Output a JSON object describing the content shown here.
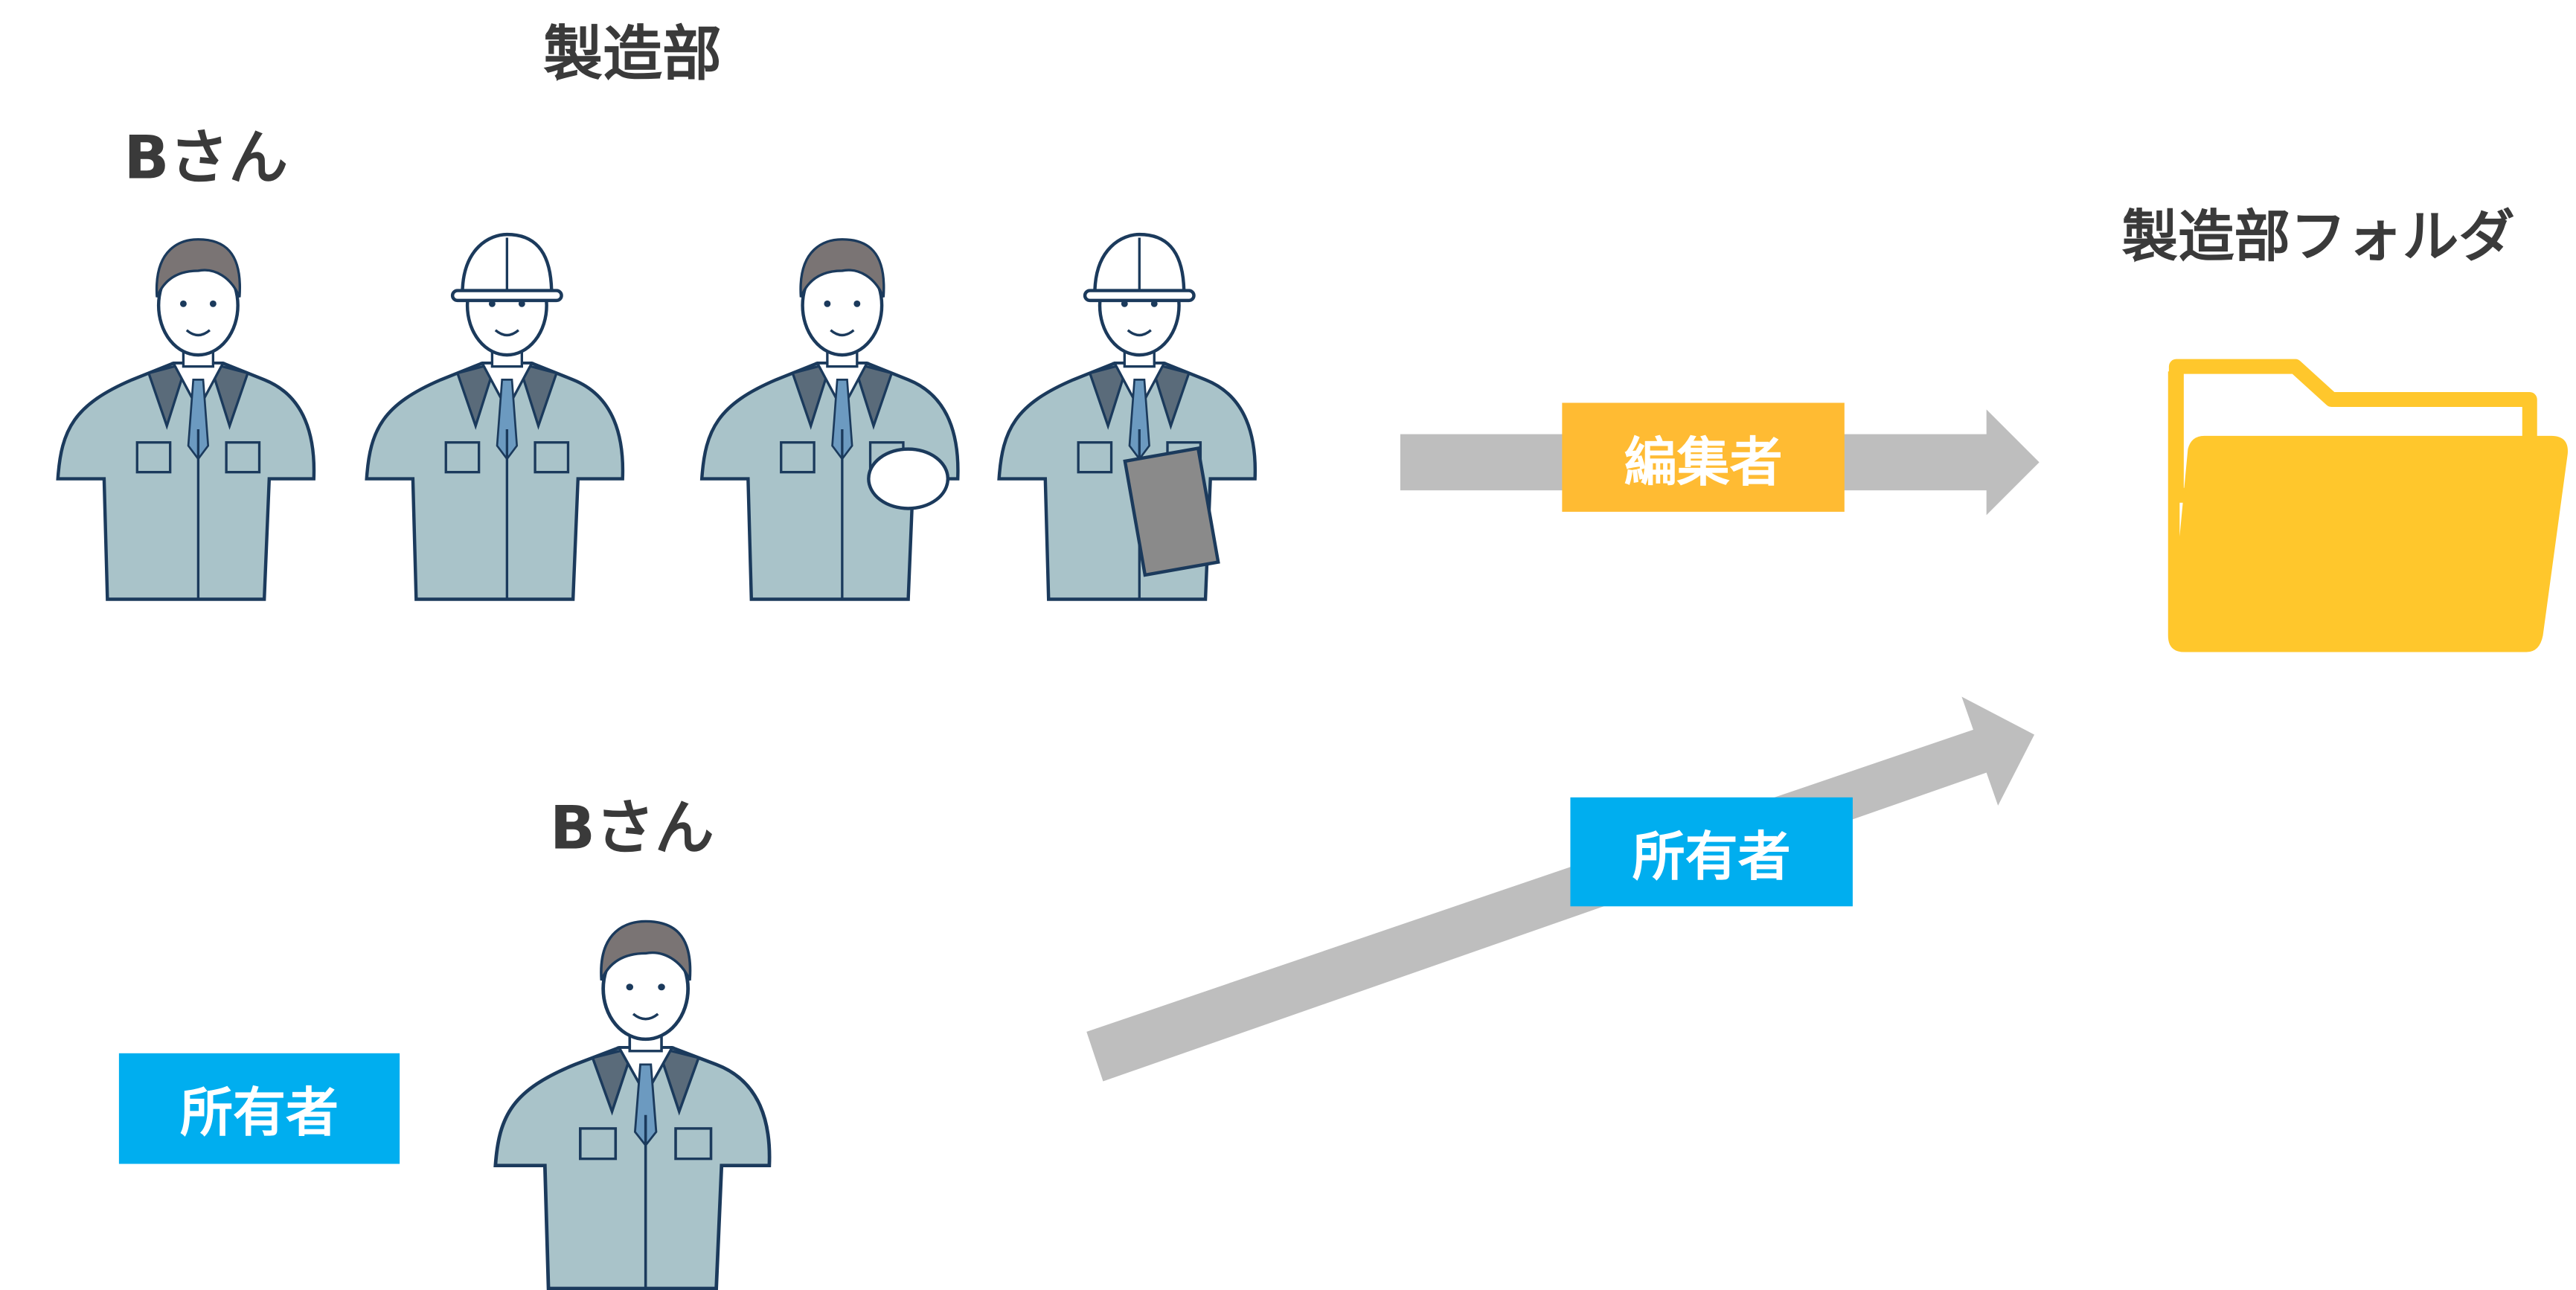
{
  "group": {
    "title": "製造部",
    "member_label": "Bさん"
  },
  "folder": {
    "title": "製造部フォルダ",
    "icon": "folder-icon"
  },
  "edit_relation": {
    "label": "編集者",
    "color": "#FFBB33"
  },
  "owner_relation": {
    "label": "所有者",
    "color": "#00AEEF"
  },
  "owner": {
    "name": "Bさん",
    "role_label": "所有者"
  },
  "colors": {
    "arrow": "#BEBEBE",
    "folder": "#FFC72C",
    "text": "#3A3A3A",
    "jacket": "#A9C3C9",
    "outline": "#1B3A5C"
  }
}
